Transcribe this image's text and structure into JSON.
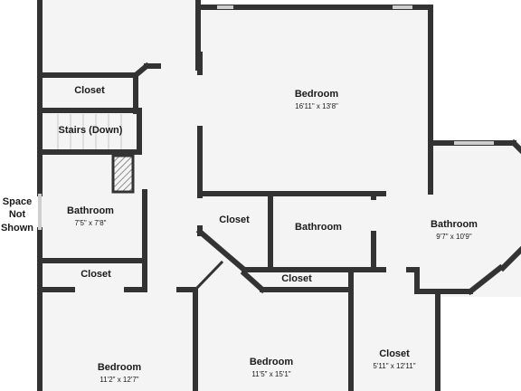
{
  "rooms": {
    "bedroom_top": {
      "name": "Bedroom",
      "dims": "16'11\" x 13'8\""
    },
    "closet_upper_left": {
      "name": "Closet"
    },
    "stairs": {
      "name": "Stairs (Down)"
    },
    "bathroom_left": {
      "name": "Bathroom",
      "dims": "7'5\" x 7'8\""
    },
    "closet_mid_left": {
      "name": "Closet"
    },
    "closet_center": {
      "name": "Closet"
    },
    "bathroom_center": {
      "name": "Bathroom"
    },
    "bathroom_right": {
      "name": "Bathroom",
      "dims": "9'7\" x 10'9\""
    },
    "closet_lower_mid": {
      "name": "Closet"
    },
    "closet_lower_right": {
      "name": "Closet",
      "dims": "5'11\" x 12'11\""
    },
    "bedroom_bottom_left": {
      "name": "Bedroom",
      "dims": "11'2\" x 12'7\""
    },
    "bedroom_bottom_center": {
      "name": "Bedroom",
      "dims": "11'5\" x 15'1\""
    }
  },
  "side_note": [
    "Space",
    "Not",
    "Shown"
  ],
  "colors": {
    "wall": "#333333",
    "floor": "#f4f4f4",
    "background": "#ffffff",
    "hatch": "#555555"
  }
}
